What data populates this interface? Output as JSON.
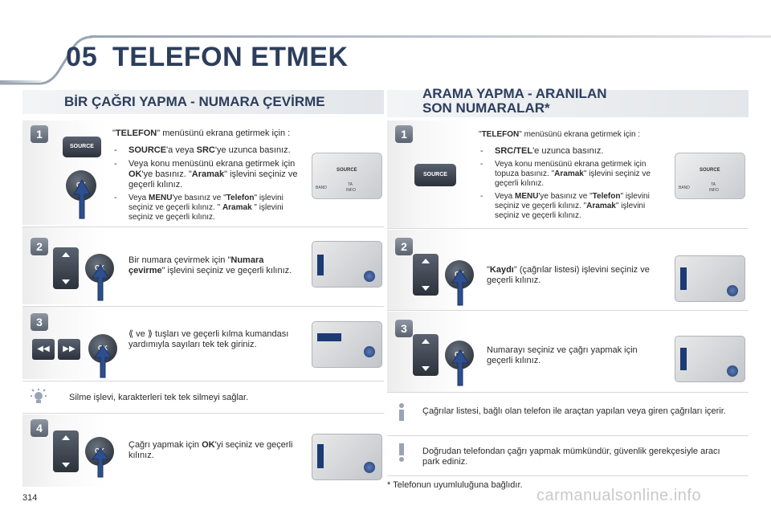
{
  "header": {
    "chapter": "05",
    "title": "TELEFON ETMEK"
  },
  "left": {
    "title": "BİR ÇAĞRI YAPMA - NUMARA ÇEVİRME",
    "step1": {
      "num": "1",
      "key_source": "SOURCE",
      "key_ok": "OK",
      "intro_pre": "\"",
      "intro_b": "TELEFON",
      "intro_post": "\" menüsünü ekrana getirmek için :",
      "b1_b1": "SOURCE",
      "b1_t1": "'a veya ",
      "b1_b2": "SRC",
      "b1_t2": "'ye uzunca basınız.",
      "b2_t1": "Veya konu menüsünü ekrana getirmek için ",
      "b2_b1": "OK",
      "b2_t2": "'ye basınız. \"",
      "b2_b2": "Aramak",
      "b2_t3": "\" işlevini seçiniz ve geçerli kılınız.",
      "b3_t1": "Veya ",
      "b3_b1": "MENU",
      "b3_t2": "'ye basınız ve \"",
      "b3_b2": "Telefon",
      "b3_t3": "\" işlevini seçiniz ve geçerli kılınız. \" ",
      "b3_b3": "Aramak",
      "b3_t4": " \" işlevini seçiniz ve geçerli kılınız."
    },
    "step2": {
      "num": "2",
      "key_ok": "OK",
      "t1": "Bir numara çevirmek için \"",
      "b1": "Numara çevirme",
      "t2": "\" işlevini seçiniz ve geçerli kılınız."
    },
    "step3": {
      "num": "3",
      "key_ok": "OK",
      "t1": " ve ",
      "t2": " tuşları ve geçerli kılma kumandası yardımıyla sayıları tek tek giriniz."
    },
    "tip": "Silme işlevi, karakterleri tek tek silmeyi sağlar.",
    "step4": {
      "num": "4",
      "key_ok": "OK",
      "t1": "Çağrı yapmak için ",
      "b1": "OK",
      "t2": "'yi seçiniz ve geçerli kılınız."
    }
  },
  "right": {
    "title_line1": "ARAMA YAPMA - ARANILAN",
    "title_line2": "SON NUMARALAR*",
    "step1": {
      "num": "1",
      "key_source": "SOURCE",
      "intro_pre": "\"",
      "intro_b": "TELEFON",
      "intro_post": "\" menüsünü ekrana getirmek için :",
      "b1_b1": "SRC/TEL",
      "b1_t1": "'e uzunca basınız.",
      "b2_t1": "Veya konu menüsünü ekrana getirmek için topuza basınız. \"",
      "b2_b1": "Aramak",
      "b2_t2": "\" işlevini seçiniz ve geçerli kılınız.",
      "b3_t1": "Veya ",
      "b3_b1": "MENU",
      "b3_t2": "'ye basınız ve \"",
      "b3_b2": "Telefon",
      "b3_t3": "\" işlevini seçiniz ve geçerli kılınız. \"",
      "b3_b3": "Aramak",
      "b3_t4": "\" işlevini seçiniz ve geçerli kılınız."
    },
    "step2": {
      "num": "2",
      "key_ok": "OK",
      "t1": "\"",
      "b1": "Kaydı",
      "t2": "\" (çağrılar listesi) işlevini seçiniz ve geçerli kılınız."
    },
    "step3": {
      "num": "3",
      "key_ok": "OK",
      "t1": "Numarayı seçiniz ve çağrı yapmak için geçerli kılınız."
    },
    "info1": "Çağrılar listesi, bağlı olan telefon ile araçtan yapılan veya giren çağrıları içerir.",
    "info2": "Doğrudan telefondan çağrı yapmak mümkündür, güvenlik gerekçesiyle aracı park ediniz.",
    "footnote": "* Telefonun uyumluluğuna bağlıdır."
  },
  "radio": {
    "source": "SOURCE",
    "band": "BAND",
    "ta": "TA",
    "info": "INFO"
  },
  "page_number": "314",
  "watermark": "carmanualsonline.info"
}
